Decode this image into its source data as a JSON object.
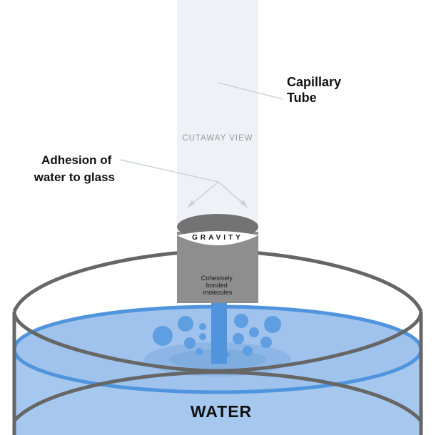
{
  "labels": {
    "capillary_tube": [
      "Capillary",
      "Tube"
    ],
    "cutaway_view": "CUTAWAY VIEW",
    "adhesion": [
      "Adhesion of",
      "water to glass"
    ],
    "gravity": "GRAVITY",
    "cohesive": [
      "Cohesively",
      "bonded",
      "molecules"
    ],
    "water": "WATER"
  },
  "colors": {
    "tube_glass": "#eef2f6",
    "water_column": "#8e8e8e",
    "meniscus": "#737373",
    "water_light": "#a6c8ee",
    "water_mid": "#8db6e6",
    "water_blue": "#4f94dd",
    "bubble": "#5f9ee0",
    "rim": "#666666",
    "label_dark": "#111111",
    "label_grey": "#9a9a9a",
    "pointer": "#cfd3d8"
  }
}
